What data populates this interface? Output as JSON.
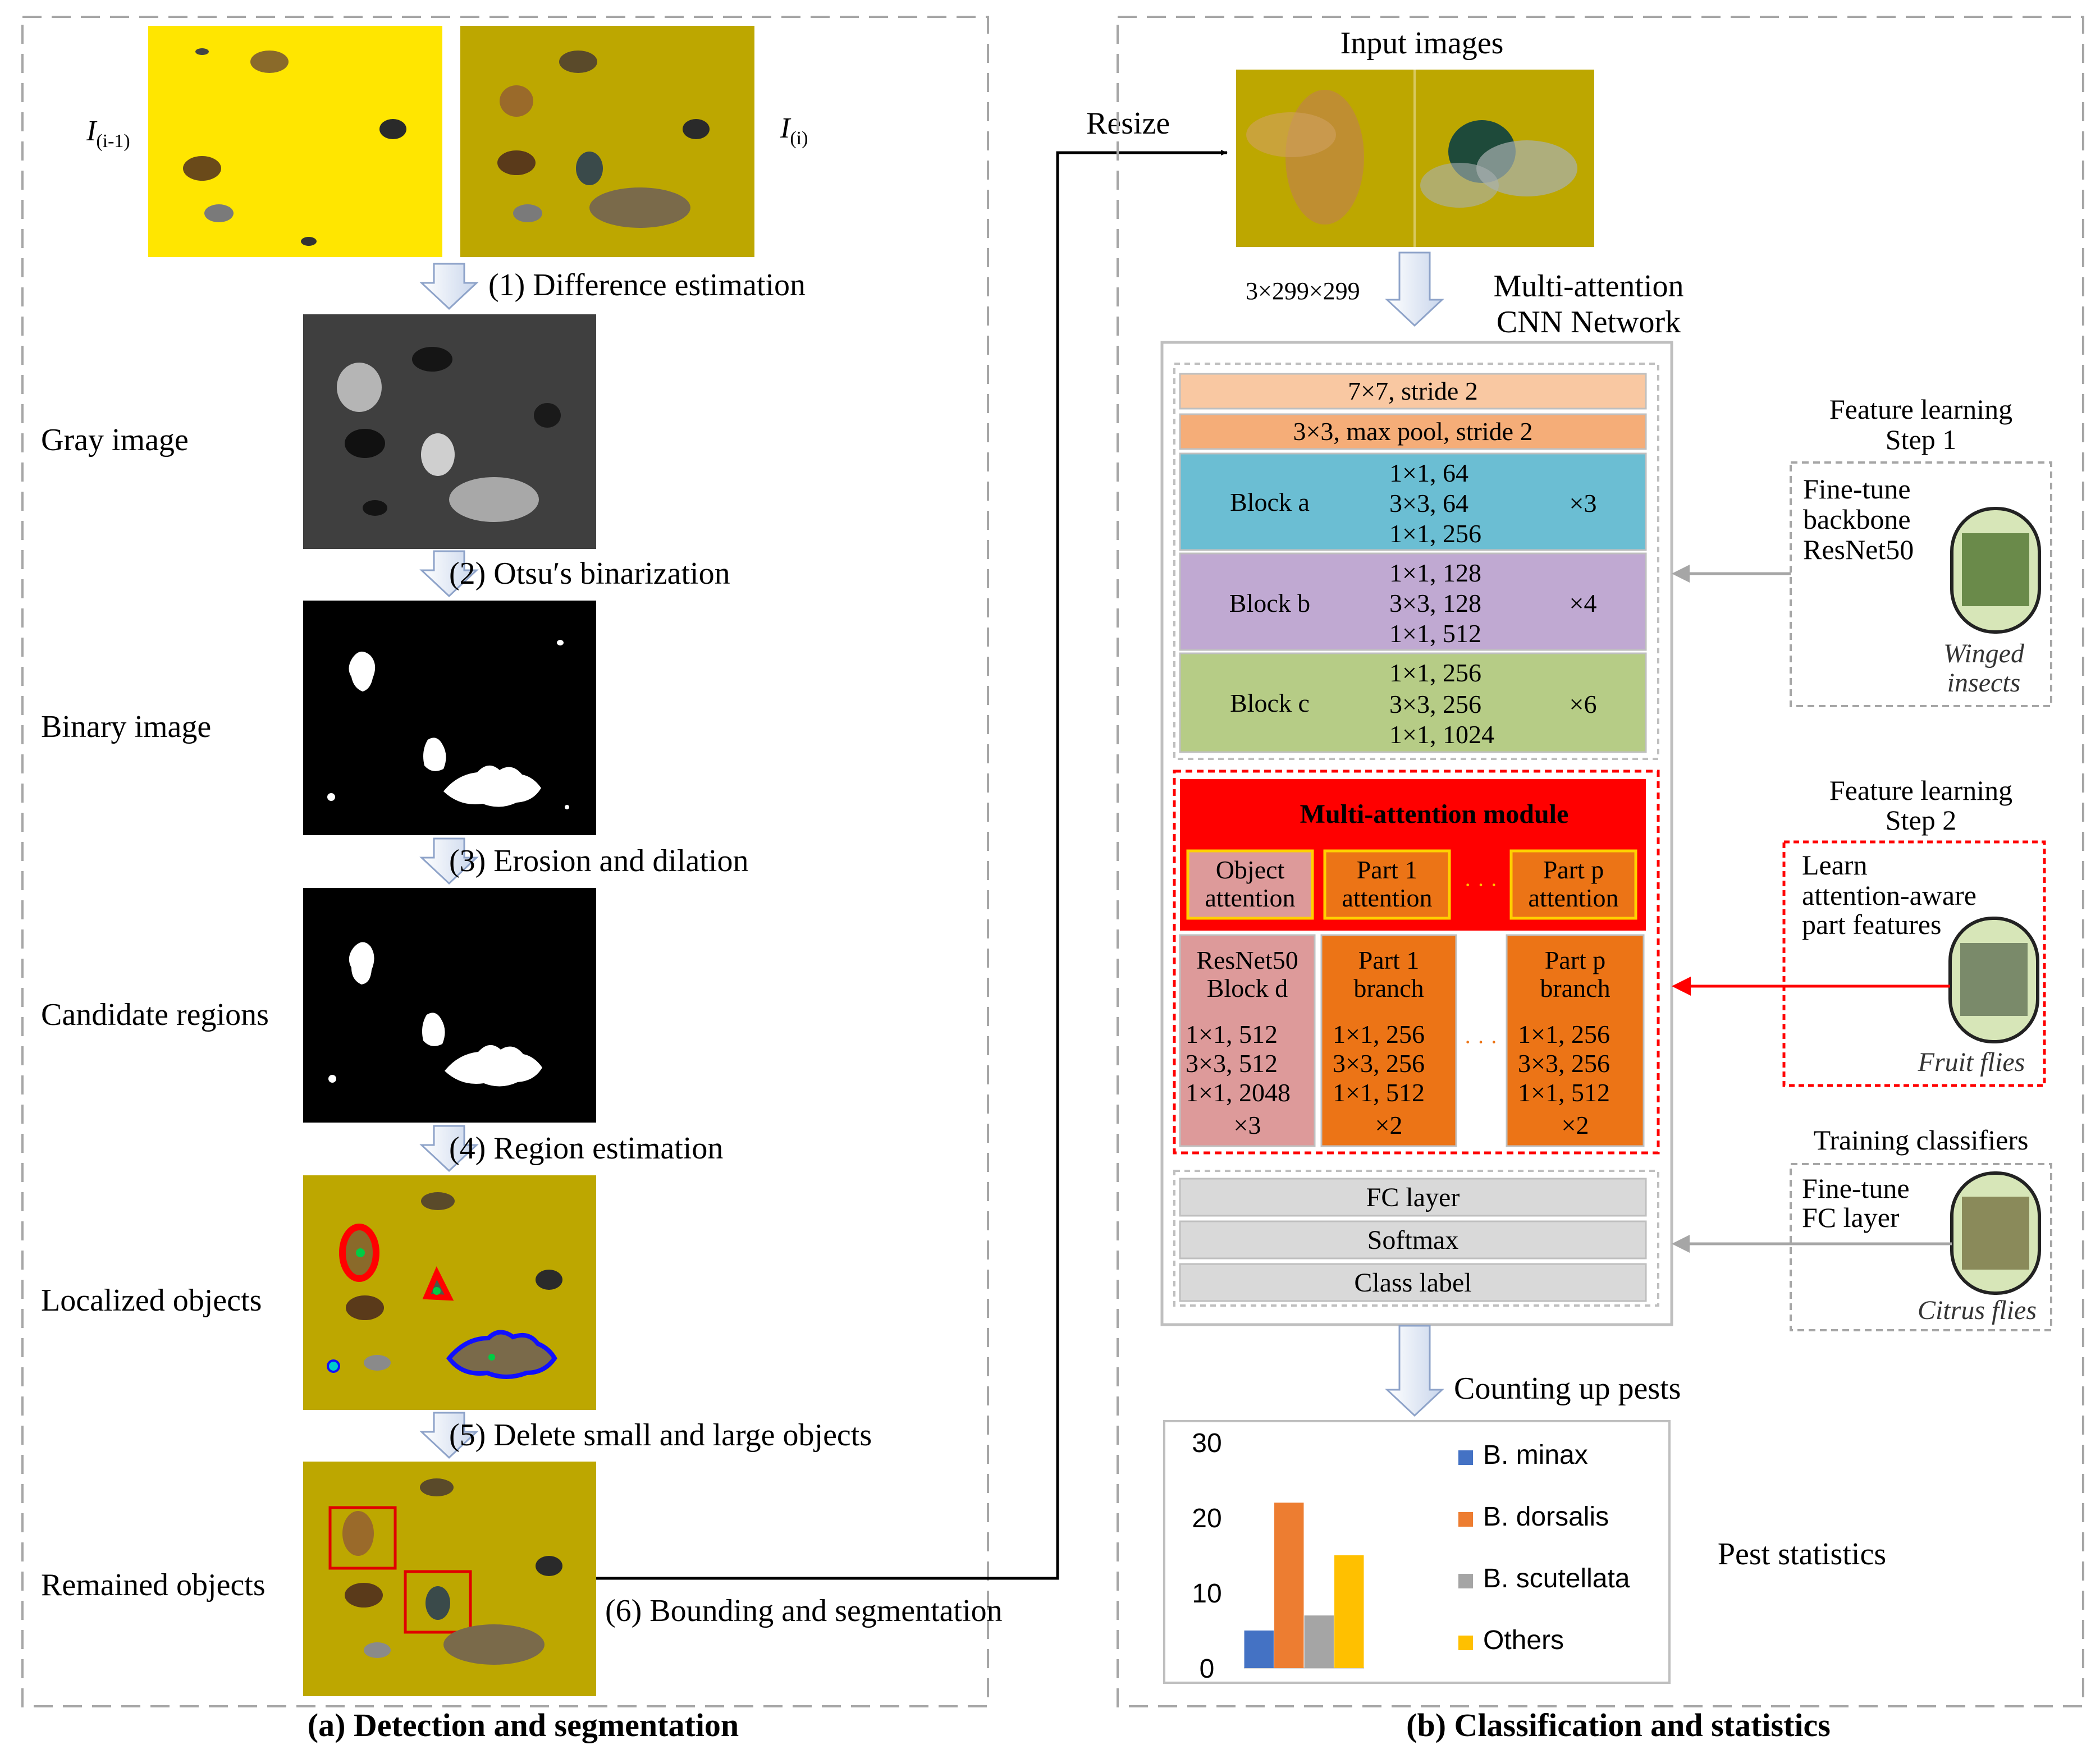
{
  "left_panel": {
    "caption": "(a) Detection and segmentation",
    "frame_prev": {
      "base": "I",
      "sub": "(i-1)"
    },
    "frame_curr": {
      "base": "I",
      "sub": "(i)"
    },
    "steps": [
      "(1) Difference estimation",
      "(2) Otsu′s binarization",
      "(3) Erosion and dilation",
      "(4) Region estimation",
      "(5) Delete small and large objects",
      "(6) Bounding and segmentation"
    ],
    "image_labels": [
      "Gray image",
      "Binary image",
      "Candidate regions",
      "Localized objects",
      "Remained objects"
    ]
  },
  "right_panel": {
    "caption": "(b) Classification and statistics",
    "resize_label": "Resize",
    "input_title": "Input images",
    "input_size": "3×299×299",
    "network_title": [
      "Multi-attention",
      "CNN Network"
    ],
    "stem": [
      "7×7, stride 2",
      "3×3, max pool, stride 2"
    ],
    "blocks": [
      {
        "name": "Block a",
        "rows": [
          "1×1,    64",
          "3×3,    64",
          "1×1,  256"
        ],
        "repeat": "×3",
        "color": "#6bbed3"
      },
      {
        "name": "Block b",
        "rows": [
          "1×1,  128",
          "3×3,  128",
          "1×1,  512"
        ],
        "repeat": "×4",
        "color": "#c0a9d2"
      },
      {
        "name": "Block c",
        "rows": [
          "1×1,  256",
          "3×3,  256",
          "1×1,  1024"
        ],
        "repeat": "×6",
        "color": "#b6cc86"
      }
    ],
    "attention": {
      "title": "Multi-attention module",
      "object": [
        "Object",
        "attention"
      ],
      "part1": [
        "Part 1",
        "attention"
      ],
      "partp": [
        "Part p",
        "attention"
      ],
      "dots": "· · ·"
    },
    "branches": [
      {
        "title": [
          "ResNet50",
          "Block d"
        ],
        "rows": [
          "1×1,  512",
          "3×3,  512",
          "1×1,  2048"
        ],
        "repeat": "×3"
      },
      {
        "title": [
          "Part 1",
          "branch"
        ],
        "rows": [
          "1×1,  256",
          "3×3,  256",
          "1×1,  512"
        ],
        "repeat": "×2"
      },
      {
        "title": [
          "Part p",
          "branch"
        ],
        "rows": [
          "1×1,  256",
          "3×3,  256",
          "1×1,  512"
        ],
        "repeat": "×2"
      }
    ],
    "head": [
      "FC layer",
      "Softmax",
      "Class label"
    ],
    "counting_label": "Counting up pests",
    "stats_label": "Pest statistics",
    "side": [
      {
        "title": [
          "Feature learning",
          "Step 1"
        ],
        "text": [
          "Fine-tune",
          "backbone",
          "ResNet50"
        ],
        "dataset": [
          "Winged",
          "insects"
        ]
      },
      {
        "title": [
          "Feature learning",
          "Step 2"
        ],
        "text": [
          "Learn",
          "attention-aware",
          "part features"
        ],
        "dataset": [
          "Fruit flies"
        ]
      },
      {
        "title": [
          "Training classifiers"
        ],
        "text": [
          "Fine-tune",
          "FC layer"
        ],
        "dataset": [
          "Citrus flies"
        ]
      }
    ]
  },
  "colors": {
    "yellow_frame": "#ffe600",
    "olive_frame": "#bda700",
    "attention_red": "#ff0000",
    "branch_orange": "#ec7416",
    "branch_pink": "#dd9a9a",
    "stem_1": "#f9c8a2",
    "stem_2": "#f5ad78",
    "head_gray": "#d9d9d9"
  },
  "chart_data": {
    "type": "bar",
    "categories": [
      "B. minax",
      "B. dorsalis",
      "B. scutellata",
      "Others"
    ],
    "values": [
      5,
      22,
      7,
      15
    ],
    "colors": [
      "#4472c4",
      "#ed7d31",
      "#a5a5a5",
      "#ffc000"
    ],
    "yticks": [
      0,
      10,
      20,
      30
    ],
    "ylim": [
      0,
      30
    ],
    "legend": [
      "B. minax",
      "B. dorsalis",
      "B. scutellata",
      "Others"
    ],
    "legend_position": "right"
  }
}
